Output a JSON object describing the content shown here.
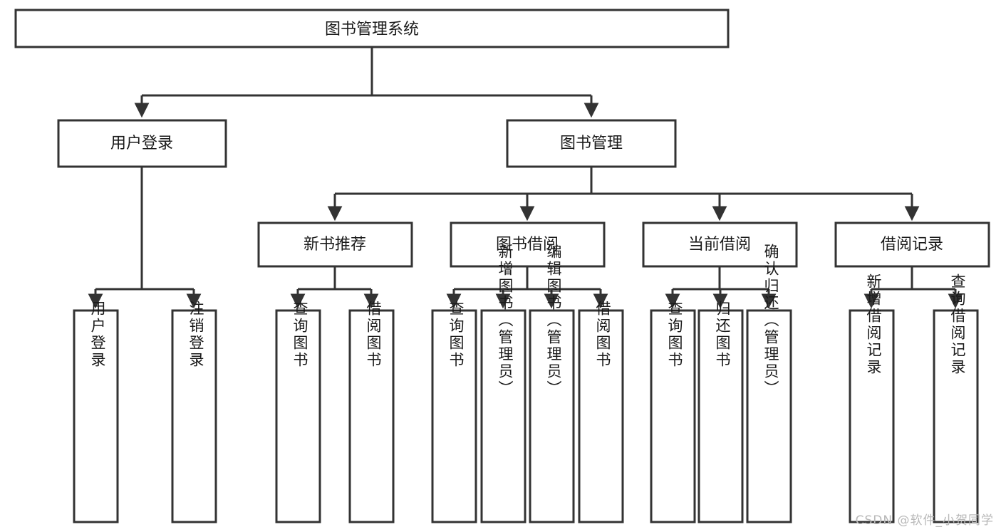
{
  "diagram": {
    "kind": "function-hierarchy-tree",
    "root": {
      "id": "root",
      "label": "图书管理系统"
    },
    "level2": [
      {
        "id": "user-login",
        "label": "用户登录"
      },
      {
        "id": "book-manage",
        "label": "图书管理"
      }
    ],
    "level3": [
      {
        "id": "new-book-rec",
        "label": "新书推荐",
        "parent": "book-manage"
      },
      {
        "id": "book-borrow",
        "label": "图书借阅",
        "parent": "book-manage"
      },
      {
        "id": "current-borrow",
        "label": "当前借阅",
        "parent": "book-manage"
      },
      {
        "id": "borrow-record",
        "label": "借阅记录",
        "parent": "book-manage"
      }
    ],
    "leaves": [
      {
        "id": "leaf-user-login",
        "label": "用户登录",
        "parent": "user-login"
      },
      {
        "id": "leaf-logout-login",
        "label": "注销登录",
        "parent": "user-login"
      },
      {
        "id": "leaf-query-book-1",
        "label": "查询图书",
        "parent": "new-book-rec"
      },
      {
        "id": "leaf-borrow-book-1",
        "label": "借阅图书",
        "parent": "new-book-rec"
      },
      {
        "id": "leaf-query-book-2",
        "label": "查询图书",
        "parent": "book-borrow"
      },
      {
        "id": "leaf-add-book",
        "label": "新增图书（管理员）",
        "parent": "book-borrow"
      },
      {
        "id": "leaf-edit-book",
        "label": "编辑图书（管理员）",
        "parent": "book-borrow"
      },
      {
        "id": "leaf-borrow-book-2",
        "label": "借阅图书",
        "parent": "book-borrow"
      },
      {
        "id": "leaf-query-book-3",
        "label": "查询图书",
        "parent": "current-borrow"
      },
      {
        "id": "leaf-return-book",
        "label": "归还图书",
        "parent": "current-borrow"
      },
      {
        "id": "leaf-confirm-return",
        "label": "确认归还（管理员）",
        "parent": "current-borrow"
      },
      {
        "id": "leaf-add-record",
        "label": "新增借阅记录",
        "parent": "borrow-record"
      },
      {
        "id": "leaf-query-record",
        "label": "查询借阅记录",
        "parent": "borrow-record"
      }
    ],
    "colors": {
      "box_fill": "#ffffff",
      "box_stroke": "#333333",
      "text": "#1a1a1a",
      "watermark": "#b8b8b8"
    }
  },
  "watermark": {
    "text": "CSDN @软件_小贺同学"
  }
}
